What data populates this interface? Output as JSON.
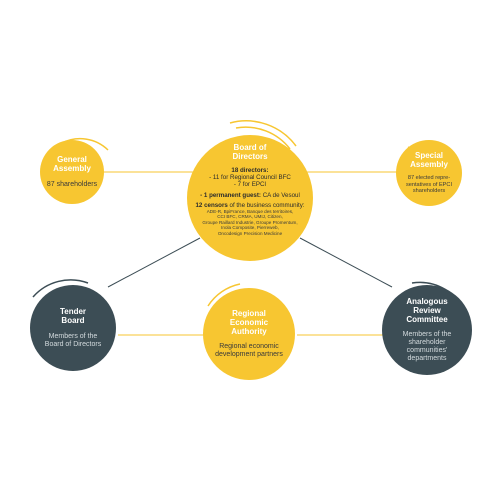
{
  "colors": {
    "yellow": "#f7c631",
    "dark": "#3c4d55",
    "line": "#3c4d55",
    "arc_yellow": "#f7c631"
  },
  "general_assembly": {
    "title_1": "General",
    "title_2": "Assembly",
    "subtitle": "87 shareholders"
  },
  "board": {
    "title_1": "Board of",
    "title_2": "Directors",
    "directors_label": "18 directors:",
    "directors_line_1": "- 11 for Regional Council BFC",
    "directors_line_2": "- 7 for EPCI",
    "guest_label": "- 1 permanent guest:",
    "guest_value": " CA de Vesoul",
    "censors_label": "12 censors",
    "censors_text": " of the business community:",
    "censors_list_1": "ADE-R, BpiFrance, Banque des territoires,",
    "censors_list_2": "CCI BFC, CRMA, UMIJ, Citizen,",
    "censors_list_3": "Groupe Raillard Industrie, Groupe Promentum,",
    "censors_list_4": "Inola Composite, Pierreweb,",
    "censors_list_5": "Oncodesign Precision Medicine"
  },
  "special_assembly": {
    "title_1": "Special",
    "title_2": "Assembly",
    "sub_1": "87 elected repre-",
    "sub_2": "sentatives of EPCI",
    "sub_3": "shareholders"
  },
  "tender_board": {
    "title_1": "Tender",
    "title_2": "Board",
    "sub_1": "Members of the",
    "sub_2": "Board of Directors"
  },
  "regional_authority": {
    "title_1": "Regional",
    "title_2": "Economic",
    "title_3": "Authority",
    "sub_1": "Regional economic",
    "sub_2": "development partners"
  },
  "review_committee": {
    "title_1": "Analogous",
    "title_2": "Review",
    "title_3": "Committee",
    "sub_1": "Members of the",
    "sub_2": "shareholder",
    "sub_3": "communities'",
    "sub_4": "departments"
  }
}
